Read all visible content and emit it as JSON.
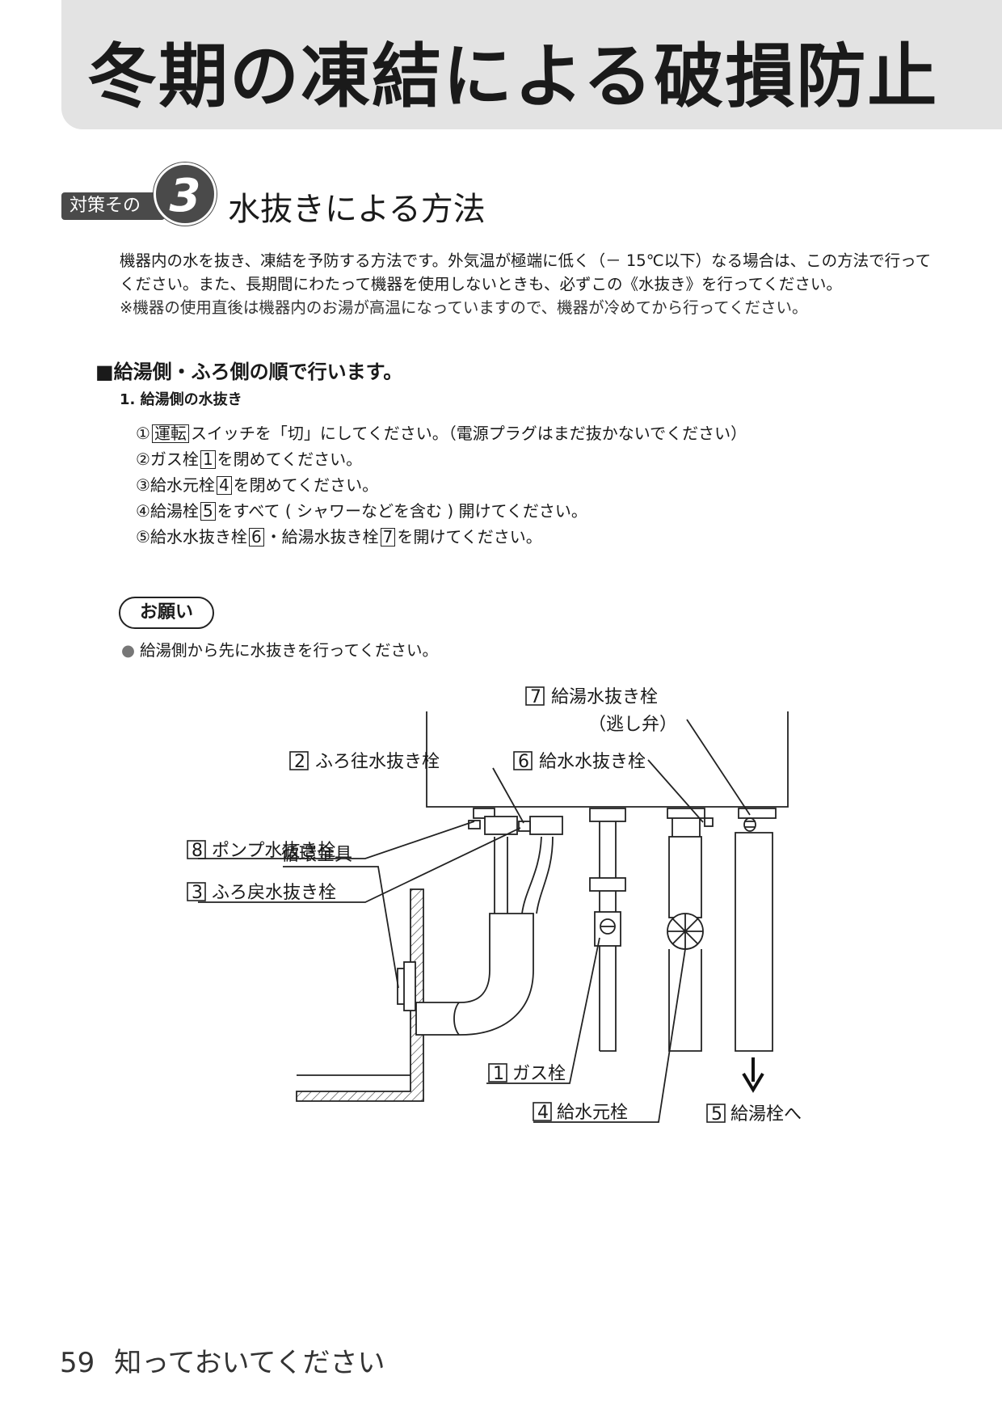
{
  "header": {
    "title": "冬期の凍結による破損防止"
  },
  "badge": {
    "label": "対策その",
    "number": "3"
  },
  "section": {
    "heading": "水抜きによる方法"
  },
  "intro": {
    "line1": "機器内の水を抜き、凍結を予防する方法です。外気温が極端に低く（－ 15℃以下）なる場合は、この方法で行って",
    "line2": "ください。また、長期間にわたって機器を使用しないときも、必ずこの《水抜き》を行ってください。",
    "note": "※機器の使用直後は機器内のお湯が高温になっていますので、機器が冷めてから行ってください。"
  },
  "subheading": "■給湯側・ふろ側の順で行います。",
  "step_title": "1. 給湯側の水抜き",
  "steps": {
    "s1": {
      "num": "①",
      "key": "運転",
      "rest": "スイッチを「切」にしてください。（電源プラグはまだ抜かないでください）"
    },
    "s2": {
      "pre": "②ガス栓",
      "key": "1",
      "post": "を閉めてください。"
    },
    "s3": {
      "pre": "③給水元栓",
      "key": "4",
      "post": "を閉めてください。"
    },
    "s4": {
      "pre": "④給湯栓",
      "key": "5",
      "post": "をすべて ( シャワーなどを含む ) 開けてください。"
    },
    "s5": {
      "pre": "⑤給水水抜き栓",
      "key": "6",
      "mid": "・給湯水抜き栓",
      "key2": "7",
      "post": "を開けてください。"
    }
  },
  "request": {
    "label": "お願い",
    "note": "給湯側から先に水抜きを行ってください。"
  },
  "diagram": {
    "labels": {
      "n7": {
        "num": "7",
        "text": "給湯水抜き栓"
      },
      "n7_sub": "（逃し弁）",
      "n2": {
        "num": "2",
        "text": "ふろ往水抜き栓"
      },
      "n6": {
        "num": "6",
        "text": "給水水抜き栓"
      },
      "n8": {
        "num": "8",
        "text": "ポンプ水抜き栓"
      },
      "n3": {
        "num": "3",
        "text": "ふろ戻水抜き栓"
      },
      "fitting": "循環金具",
      "n1": {
        "num": "1",
        "text": "ガス栓"
      },
      "n4": {
        "num": "4",
        "text": "給水元栓"
      },
      "n5": {
        "num": "5",
        "text": "給湯栓へ"
      }
    }
  },
  "footer": {
    "page": "59",
    "text": "知っておいてください"
  }
}
